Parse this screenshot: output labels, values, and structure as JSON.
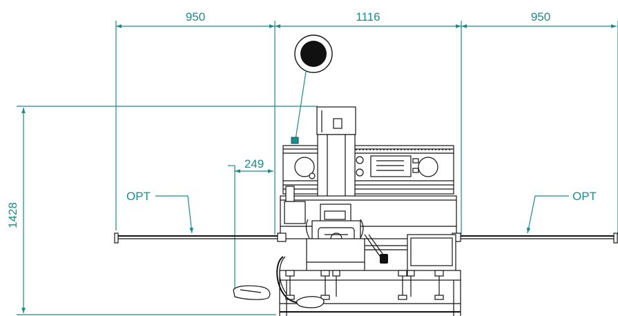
{
  "dimensions": {
    "left_width": "950",
    "center_width": "1116",
    "right_width": "950",
    "height": "1428",
    "offset": "249"
  },
  "callouts": {
    "left_optional": "OPT",
    "right_optional": "OPT"
  },
  "colors": {
    "dimension": "#1a8a8a",
    "machine": "#111111",
    "indicator": "#111111",
    "background": "#ffffff"
  },
  "icons": {
    "indicator": "black-circle-indicator-icon"
  }
}
